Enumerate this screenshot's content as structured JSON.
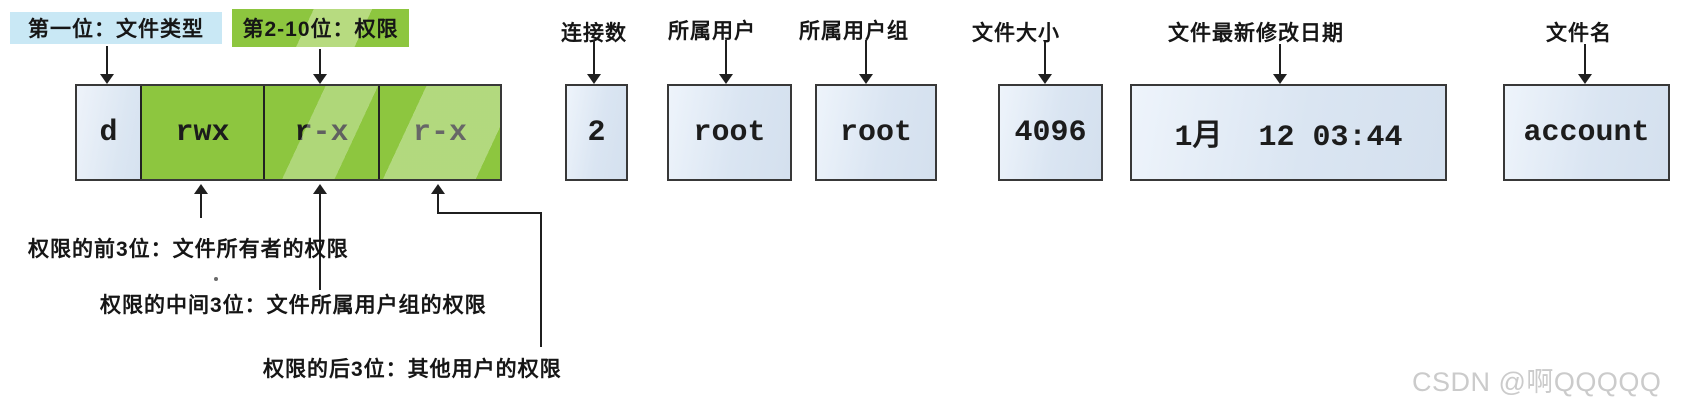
{
  "top_callouts": [
    {
      "label": "第一位：文件类型"
    },
    {
      "label": "第2-10位：权限"
    },
    {
      "label": "连接数"
    },
    {
      "label": "所属用户"
    },
    {
      "label": "所属用户组"
    },
    {
      "label": "文件大小"
    },
    {
      "label": "文件最新修改日期"
    },
    {
      "label": "文件名"
    }
  ],
  "ls_fields": {
    "file_type": "d",
    "perm_owner": "rwx",
    "perm_group": "r-x",
    "perm_other": "r-x",
    "link_count": "2",
    "owner_user": "root",
    "owner_group": "root",
    "file_size": "4096",
    "modified_date": "1月  12 03:44",
    "file_name": "account"
  },
  "bottom_callouts": [
    {
      "label": "权限的前3位：文件所有者的权限"
    },
    {
      "label": "权限的中间3位：文件所属用户组的权限"
    },
    {
      "label": "权限的后3位：其他用户的权限"
    }
  ],
  "watermark": "CSDN @啊QQQQQ",
  "colors": {
    "callout_blue_bg": "#c9e8f5",
    "callout_green_bg": "#8dc63f",
    "field_box_fill": "#dce6f2",
    "box_border": "#383838",
    "line": "#1f1f1f",
    "watermark": "#cbcbcb"
  }
}
